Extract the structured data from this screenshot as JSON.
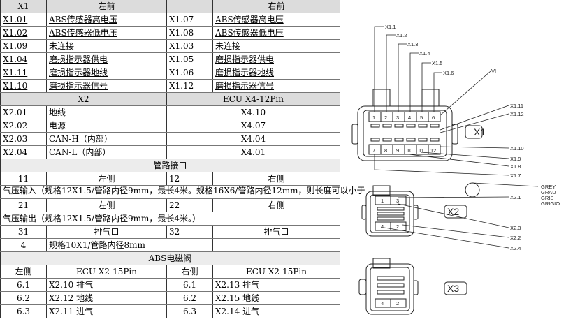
{
  "x1_section": {
    "h_x1": "X1",
    "h_left": "左前",
    "h_right": "右前",
    "rows": [
      {
        "a": "X1.01",
        "b": "ABS传感器高电压",
        "c": "X1.07",
        "d": "ABS传感器高电压"
      },
      {
        "a": "X1.02",
        "b": "ABS传感器低电压",
        "c": "X1.08",
        "d": "ABS传感器低电压"
      },
      {
        "a": "X1.09",
        "b": "未连接",
        "c": "X1.03",
        "d": "未连接"
      },
      {
        "a": "X1.04",
        "b": "磨损指示器供电",
        "c": "X1.05",
        "d": "磨损指示器供电"
      },
      {
        "a": "X1.11",
        "b": "磨损指示器地线",
        "c": "X1.06",
        "d": "磨损指示器地线"
      },
      {
        "a": "X1.10",
        "b": "磨损指示器信号",
        "c": "X1.12",
        "d": "磨损指示器信号"
      }
    ]
  },
  "x2_section": {
    "h_x2": "X2",
    "h_ecu": "ECU X4-12Pin",
    "rows": [
      {
        "a": "X2.01",
        "b": "地线",
        "c": "X4.10"
      },
      {
        "a": "X2.02",
        "b": "电源",
        "c": "X4.07"
      },
      {
        "a": "X2.03",
        "b": "CAN-H（内部）",
        "c": "X4.04"
      },
      {
        "a": "X2.04",
        "b": "CAN-L（内部）",
        "c": "X4.01"
      }
    ]
  },
  "pipe_section": {
    "title": "管路接口",
    "r11": "11",
    "r11_label": "左侧",
    "r12": "12",
    "r12_label": "右侧",
    "intake_text": "气压输入（规格12X1.5/管路内径9mm，最长4米。规格16X6/管路内径12mm，则长度可以小于",
    "r21": "21",
    "r21_label": "左侧",
    "r22": "22",
    "r22_label": "右侧",
    "output_text": "气压输出（规格12X1.5/管路内径9mm，最长4米。）",
    "r31": "31",
    "r31_label": "排气口",
    "r32": "32",
    "r32_label": "排气口",
    "r4": "4",
    "r4_text": "规格10X1/管路内径8mm"
  },
  "abs_section": {
    "title": "ABS电磁阀",
    "h_left": "左侧",
    "h_ecu1": "ECU X2-15Pin",
    "h_right": "右侧",
    "h_ecu2": "ECU X2-15Pin",
    "rows": [
      {
        "a": "6.1",
        "b": "X2.10 排气",
        "c": "6.1",
        "d": "X2.13 排气"
      },
      {
        "a": "6.2",
        "b": "X2.12 地线",
        "c": "6.2",
        "d": "X2.15 地线"
      },
      {
        "a": "6.3",
        "b": "X2.11 进气",
        "c": "6.3",
        "d": "X2.14 进气"
      }
    ]
  },
  "diagram": {
    "x1_label": "X1",
    "x2_label": "X2",
    "x3_label": "X3",
    "x1_pins_top": [
      "1",
      "2",
      "3",
      "4",
      "5",
      "6"
    ],
    "x1_pins_bottom": [
      "7",
      "8",
      "9",
      "10",
      "11",
      "12"
    ],
    "x2_pins_top": [
      "1",
      "3"
    ],
    "x2_pins_bottom": [
      "4",
      "2"
    ],
    "x3_pins_bottom": [
      "4",
      "2"
    ],
    "callouts_x1": [
      "X1.1",
      "X1.2",
      "X1.3",
      "X1.4",
      "X1.5",
      "X1.6",
      "VI",
      "X1.11",
      "X1.12",
      "X1.10",
      "X1.9",
      "X1.8",
      "X1.7"
    ],
    "callouts_x2": [
      "X2.1",
      "X2.3",
      "X2.2",
      "X2.4"
    ],
    "ground_legend": [
      "GREY",
      "GRAU",
      "GRIS",
      "GRIGIO"
    ]
  }
}
